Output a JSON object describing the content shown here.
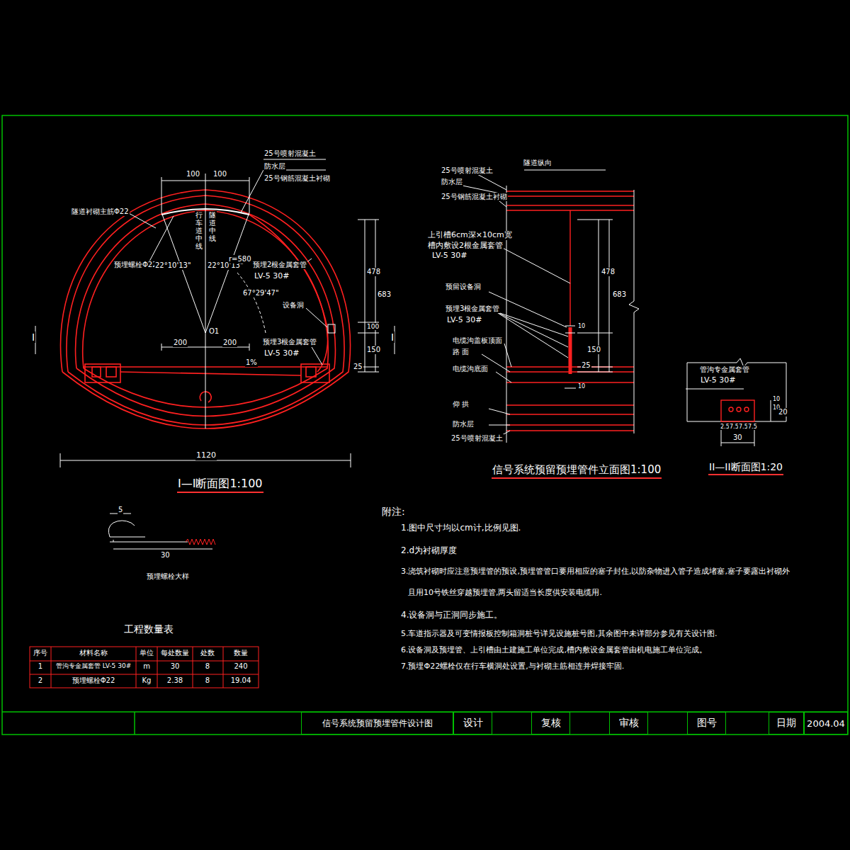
{
  "diagram": {
    "nodes": [
      {
        "text": [
          "信号系统预留预埋管件设计图"
        ]
      },
      {
        "text": [
          "设计"
        ]
      },
      {
        "text": [
          "复核"
        ]
      },
      {
        "text": [
          "审核"
        ]
      },
      {
        "text": [
          "图号"
        ]
      },
      {
        "text": [
          "日期"
        ]
      },
      {
        "text": [
          "2004.04"
        ]
      }
    ],
    "labels": [
      "25号喷射混凝土",
      "防水层",
      "25号钢筋混凝土衬砌",
      "100",
      "100",
      "隧道衬砌主筋Φ22",
      "行车道中线",
      "隧道中线",
      "预埋螺栓Φ22",
      "22°10'13\"",
      "22°10'13\"",
      "r=580",
      "预埋2根金属套管",
      "LV-5  30#",
      "67°29'47\"",
      "设备洞",
      "O1",
      "预埋3根金属套管",
      "LV-5  30#",
      "200",
      "200",
      "1%",
      "478",
      "683",
      "100",
      "150",
      "25",
      "1120",
      "I",
      "I",
      "I—I断面图1:100",
      "隧道纵向",
      "25号喷射混凝土",
      "防水层",
      "25号钢筋混凝土衬砌",
      "上引槽6cm深×10cm宽",
      "槽内敷设2根金属套管",
      "LV-5  30#",
      "预留设备洞",
      "预埋3根金属套管",
      "LV-5  30#",
      "电缆沟盖板顶面",
      "路 面",
      "电缆沟底面",
      "仰 拱",
      "防水层",
      "25号喷射混凝土",
      "478",
      "683",
      "10",
      "150",
      "25",
      "10",
      "信号系统预留预埋管件立面图1:100",
      "管沟专金属套管",
      "LV-5  30#",
      "10",
      "10",
      "20",
      "2.5",
      "7.5",
      "7.5",
      "7.5",
      "30",
      "II—II断面图1:20",
      "5",
      "30",
      "预埋螺栓大样",
      "附注:",
      "1.图中尺寸均以cm计,比例见图.",
      "2.d为衬砌厚度",
      "3.浇筑衬砌时应注意预埋管的预设,预埋管管口要用相应的塞子封住,以防杂物进入管子造成堵塞,塞子要露出衬砌外",
      "且用10号铁丝穿越预埋管,两头留适当长度供安装电缆用.",
      "4.设备洞与正洞同步施工。",
      "5.车道指示器及可变情报板控制箱洞桩号详见设施桩号图,其余图中未详部分参见有关设计图.",
      "6.设备洞及预埋管、上引槽由土建施工单位完成,槽内敷设金属套管由机电施工单位完成。",
      "7.预埋Φ22螺栓仅在行车横洞处设置,与衬砌主筋相连并焊接牢固.",
      "工程数量表",
      "序号",
      "材料名称",
      "单位",
      "每处数量",
      "处数",
      "数量",
      "1",
      "管沟专金属套管 LV-5 30#",
      "m",
      "30",
      "8",
      "240",
      "2",
      "预埋螺栓Φ22",
      "Kg",
      "2.38",
      "8",
      "19.04"
    ]
  }
}
